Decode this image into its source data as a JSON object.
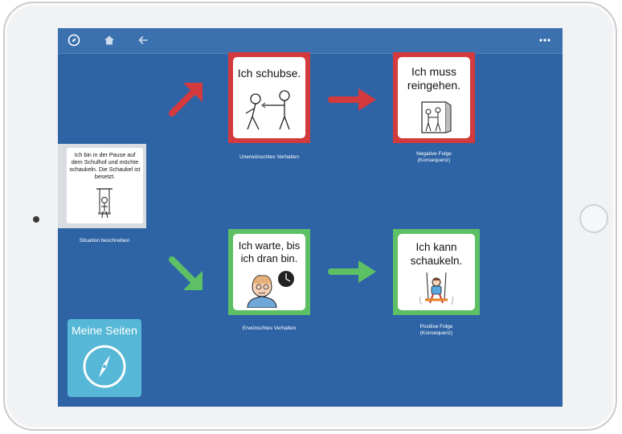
{
  "topbar": {
    "icons": [
      "compass-icon",
      "home-icon",
      "back-arrow-icon",
      "more-dots-icon"
    ]
  },
  "situation": {
    "text": "Ich bin in der Pause auf dem Schulhof und möchte schaukeln. Die Schaukel ist besetzt.",
    "caption": "Situation beschreiben"
  },
  "unwanted": {
    "card_text": "Ich schubse.",
    "caption": "Unerwünschtes Verhalten",
    "color": "#d23a3d"
  },
  "negative": {
    "card_text": "Ich muss reingehen.",
    "caption_line1": "Negative Folge",
    "caption_line2": "(Konsequenz)",
    "color": "#d23a3d"
  },
  "wanted": {
    "card_text": "Ich warte, bis ich dran bin.",
    "caption": "Erwünschtes Verhalten",
    "color": "#5ec065"
  },
  "positive": {
    "card_text": "Ich kann schaukeln.",
    "caption_line1": "Positive Folge",
    "caption_line2": "(Konsequenz)",
    "color": "#5ec065"
  },
  "meine_seiten": {
    "label": "Meine Seiten",
    "icon": "compass-icon"
  },
  "colors": {
    "background": "#2e64a6",
    "red_arrow": "#d23a3d",
    "green_arrow": "#5ec065",
    "meine_tile": "#56b7d6"
  }
}
